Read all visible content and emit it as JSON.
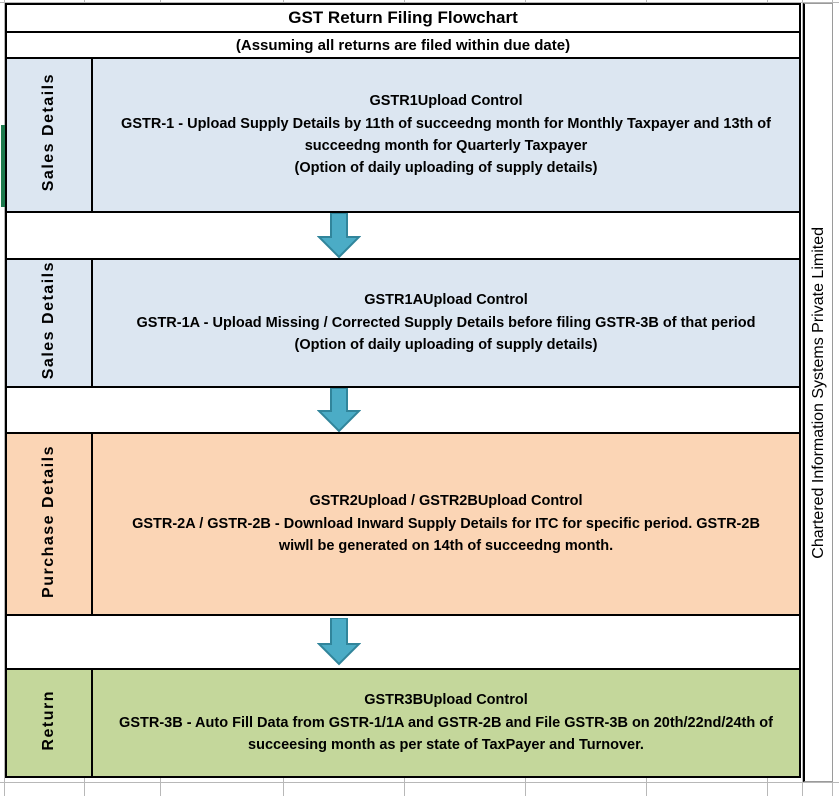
{
  "document": {
    "title": "GST Return Filing Flowchart",
    "subtitle": "(Assuming all returns are filed within due date)",
    "company_sidebar": "Chartered Information Systems Private Limited"
  },
  "colors": {
    "sales_fill": "#DCE6F1",
    "purchase_fill": "#FBD5B5",
    "return_fill": "#C4D79B",
    "arrow_fill": "#4BACC6",
    "arrow_border": "#31859B",
    "border": "#000000",
    "left_marker": "#1D7A4E"
  },
  "stages": [
    {
      "label": "Sales Details",
      "fill": "sales_fill",
      "lines": [
        "GSTR1Upload Control",
        "GSTR-1 - Upload Supply Details by 11th of succeedng month for Monthly Taxpayer and 13th of",
        "succeedng month for Quarterly Taxpayer",
        "(Option of daily uploading of supply details)"
      ]
    },
    {
      "label": "Sales Details",
      "fill": "sales_fill",
      "lines": [
        "GSTR1AUpload Control",
        "GSTR-1A - Upload Missing / Corrected Supply Details before filing GSTR-3B of that period",
        "(Option of daily uploading of supply details)"
      ]
    },
    {
      "label": "Purchase Details",
      "fill": "purchase_fill",
      "lines": [
        "GSTR2Upload / GSTR2BUpload Control",
        "GSTR-2A / GSTR-2B  - Download Inward Supply Details for ITC for specific period. GSTR-2B",
        "wiwll be generated on 14th of succeedng month."
      ]
    },
    {
      "label": "Return",
      "fill": "return_fill",
      "lines": [
        "GSTR3BUpload Control",
        "GSTR-3B - Auto Fill Data from GSTR-1/1A and GSTR-2B and File GSTR-3B on 20th/22nd/24th of",
        "succeesing month as per state of TaxPayer and Turnover."
      ]
    }
  ],
  "connectors": [
    {
      "name": "arrow-down-1"
    },
    {
      "name": "arrow-down-2"
    },
    {
      "name": "arrow-down-3"
    }
  ]
}
